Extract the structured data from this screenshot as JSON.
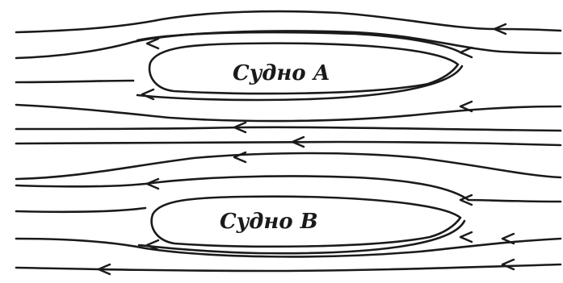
{
  "diagram": {
    "ink_color": "#1a1a1a",
    "background_color": "#ffffff",
    "ships": [
      {
        "id": "a",
        "label": "Судно А"
      },
      {
        "id": "b",
        "label": "Судно В"
      }
    ]
  }
}
